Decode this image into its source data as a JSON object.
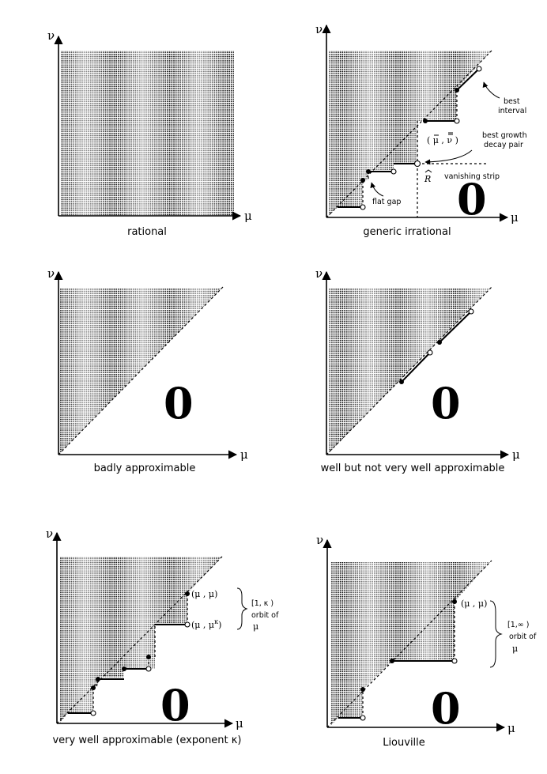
{
  "axis_labels": {
    "x": "μ",
    "y": "ν"
  },
  "zero_label": "0",
  "panels": [
    {
      "caption": "rational"
    },
    {
      "caption": "generic irrational",
      "annotations": {
        "best_interval_1": "best",
        "best_interval_2": "interval",
        "pair_label": "( μ , ν )",
        "pair_desc_1": "best growth",
        "pair_desc_2": "decay pair",
        "r_label": "R",
        "vanishing": "vanishing strip",
        "flat_gap": "flat gap"
      }
    },
    {
      "caption": "badly approximable"
    },
    {
      "caption": "well but not very well approximable"
    },
    {
      "caption": "very well approximable (exponent κ)",
      "annotations": {
        "point_upper": "(μ , μ)",
        "point_lower": "(μ , μ",
        "point_lower_sup": "κ",
        "point_lower_end": ")",
        "interval": "[1, κ )",
        "orbit": "orbit of",
        "orbit_mu": "μ"
      }
    },
    {
      "caption": "Liouville",
      "annotations": {
        "point_upper": "(μ , μ)",
        "interval": "[1,∞ )",
        "orbit": "orbit of",
        "orbit_mu": "μ"
      }
    }
  ]
}
